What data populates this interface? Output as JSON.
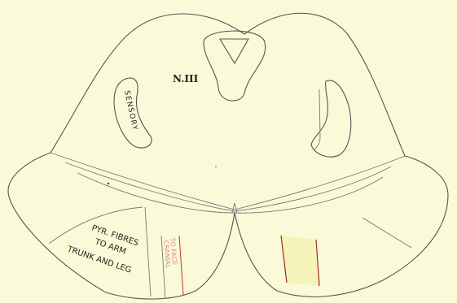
{
  "labels": {
    "nerve": "N.III",
    "sensory": "SENSORY",
    "pyr_line1": "PYR. FIBRES",
    "pyr_line2": "TO ARM",
    "pyr_line3": "TRUNK AND LEG",
    "red_line1": "TO FACE",
    "red_line2": "CRANIAL"
  },
  "colors": {
    "background": "#fafad8",
    "outline": "#555555",
    "red_band": "#c03030",
    "pale_band": "#f6f3b8"
  }
}
